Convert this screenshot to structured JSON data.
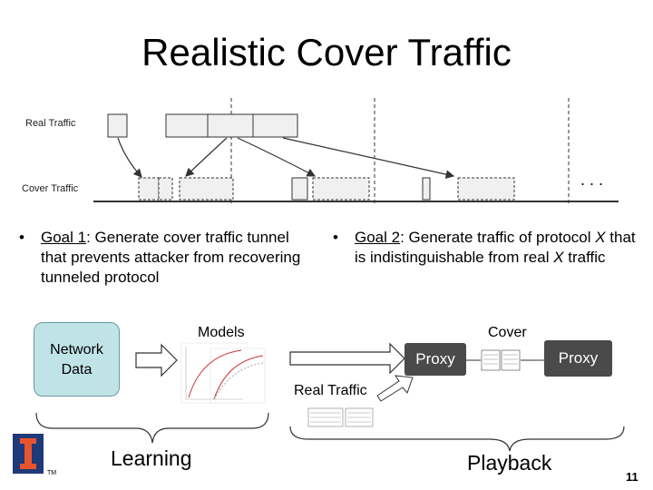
{
  "title": "Realistic Cover Traffic",
  "timeline": {
    "real_traffic_label": "Real Traffic",
    "cover_traffic_label": "Cover Traffic",
    "ellipsis": ". . ."
  },
  "goal1": {
    "bullet": "•",
    "prefix": "Goal 1",
    "text": ": Generate cover traffic tunnel that prevents attacker from recovering tunneled protocol"
  },
  "goal2": {
    "bullet": "•",
    "prefix": "Goal 2",
    "text_a": ": Generate traffic of protocol ",
    "x1": "X",
    "text_b": " that is indistinguishable from real ",
    "x2": "X",
    "text_c": " traffic"
  },
  "diagram": {
    "network_data": "Network Data",
    "models": "Models",
    "cover": "Cover",
    "proxy_left": "Proxy",
    "proxy_right": "Proxy",
    "real_traffic": "Real Traffic",
    "learning": "Learning",
    "playback": "Playback"
  },
  "page_number": "11",
  "trademark": "TM",
  "colors": {
    "network_box": "#bfe3e7",
    "proxy_box": "#4a4a4a",
    "packet_fill": "#f0f0f0",
    "logo_orange": "#e8542d",
    "logo_blue": "#1f3a78"
  }
}
